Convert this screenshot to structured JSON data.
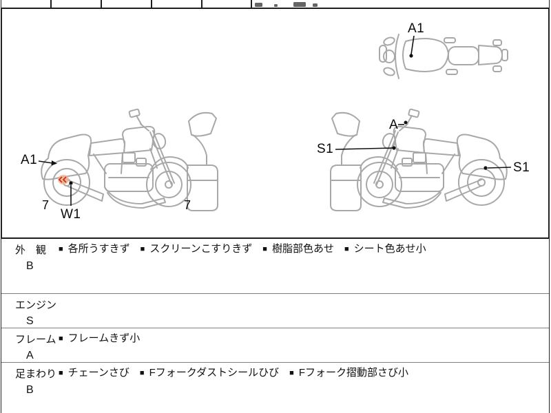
{
  "diagram": {
    "labels": {
      "top_view_tank": "A1",
      "left_rear_fender": "A1",
      "left_wheel_mark": "W1",
      "left_rear_tire": "7",
      "left_front_tire": "7",
      "right_mirror": "A",
      "right_front_fork": "S1",
      "right_rear": "S1"
    },
    "mark_color": "#c6301d",
    "mark_halo_color": "#f5b38e",
    "leader_line_color": "#111111",
    "art_line_color": "#a8a8a8"
  },
  "condition_table": {
    "bullet": "■",
    "rows": [
      {
        "category": "外　観",
        "grade": "B",
        "notes": [
          "各所うすきず",
          "スクリーンこすりきず",
          "樹脂部色あせ",
          "シート色あせ小"
        ]
      },
      {
        "category": "エンジン",
        "grade": "S",
        "notes": []
      },
      {
        "category": "フレーム",
        "grade": "A",
        "notes": [
          "フレームきず小"
        ]
      },
      {
        "category": "足まわり",
        "grade": "B",
        "notes": [
          "チェーンさび",
          "Fフォークダストシールひび",
          "Fフォーク摺動部さび小"
        ]
      }
    ]
  }
}
